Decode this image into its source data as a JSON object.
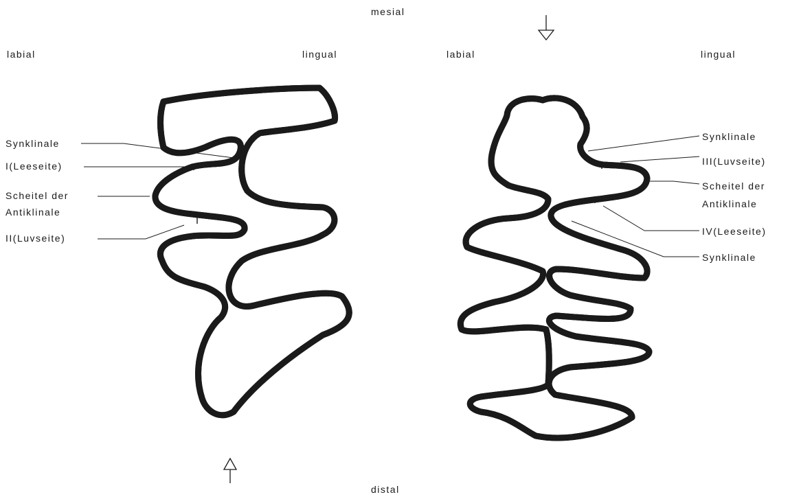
{
  "orientation": {
    "top": "mesial",
    "bottom": "distal",
    "left_tooth": {
      "left": "labial",
      "right": "lingual"
    },
    "right_tooth": {
      "left": "labial",
      "right": "lingual"
    }
  },
  "left_labels": {
    "synklinale": "Synklinale",
    "leeseite": "I(Leeseite)",
    "scheitel_line1": "Scheitel der",
    "scheitel_line2": "Antiklinale",
    "luvseite": "II(Luvseite)"
  },
  "right_labels": {
    "synklinale_top": "Synklinale",
    "luvseite": "III(Luvseite)",
    "scheitel_line1": "Scheitel der",
    "scheitel_line2": "Antiklinale",
    "leeseite": "IV(Leeseite)",
    "synklinale_bottom": "Synklinale"
  }
}
